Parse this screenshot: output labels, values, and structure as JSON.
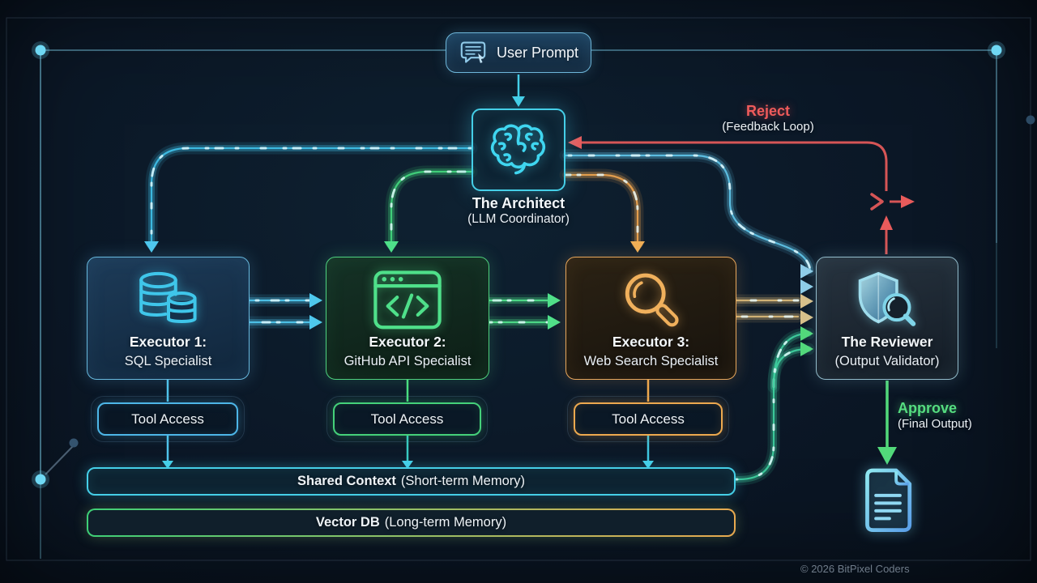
{
  "watermark": "© 2026 BitPixel Coders",
  "user_prompt": {
    "label": "User Prompt",
    "icon": "chat-prompt-icon"
  },
  "architect": {
    "title": "The Architect",
    "subtitle": "(LLM Coordinator)",
    "icon": "brain-icon"
  },
  "executors": [
    {
      "title": "Executor 1:",
      "subtitle": "SQL Specialist",
      "icon": "database-icon",
      "tool_label": "Tool Access",
      "color": "#4fc3ea"
    },
    {
      "title": "Executor 2:",
      "subtitle": "GitHub API Specialist",
      "icon": "code-window-icon",
      "tool_label": "Tool Access",
      "color": "#4ade80"
    },
    {
      "title": "Executor 3:",
      "subtitle": "Web Search Specialist",
      "icon": "search-icon",
      "tool_label": "Tool Access",
      "color": "#efa94e"
    }
  ],
  "reviewer": {
    "title": "The Reviewer",
    "subtitle": "(Output Validator)",
    "icon": "shield-search-icon"
  },
  "memory": {
    "shared_context": {
      "title": "Shared Context",
      "subtitle": "(Short-term Memory)"
    },
    "vector_db": {
      "title": "Vector DB",
      "subtitle": "(Long-term Memory)"
    }
  },
  "edges": {
    "reject": {
      "label": "Reject",
      "sublabel": "(Feedback Loop)",
      "color": "#e85b5b"
    },
    "approve": {
      "label": "Approve",
      "sublabel": "(Final Output)",
      "color": "#52d97a"
    }
  },
  "final_output": {
    "icon": "document-icon"
  }
}
